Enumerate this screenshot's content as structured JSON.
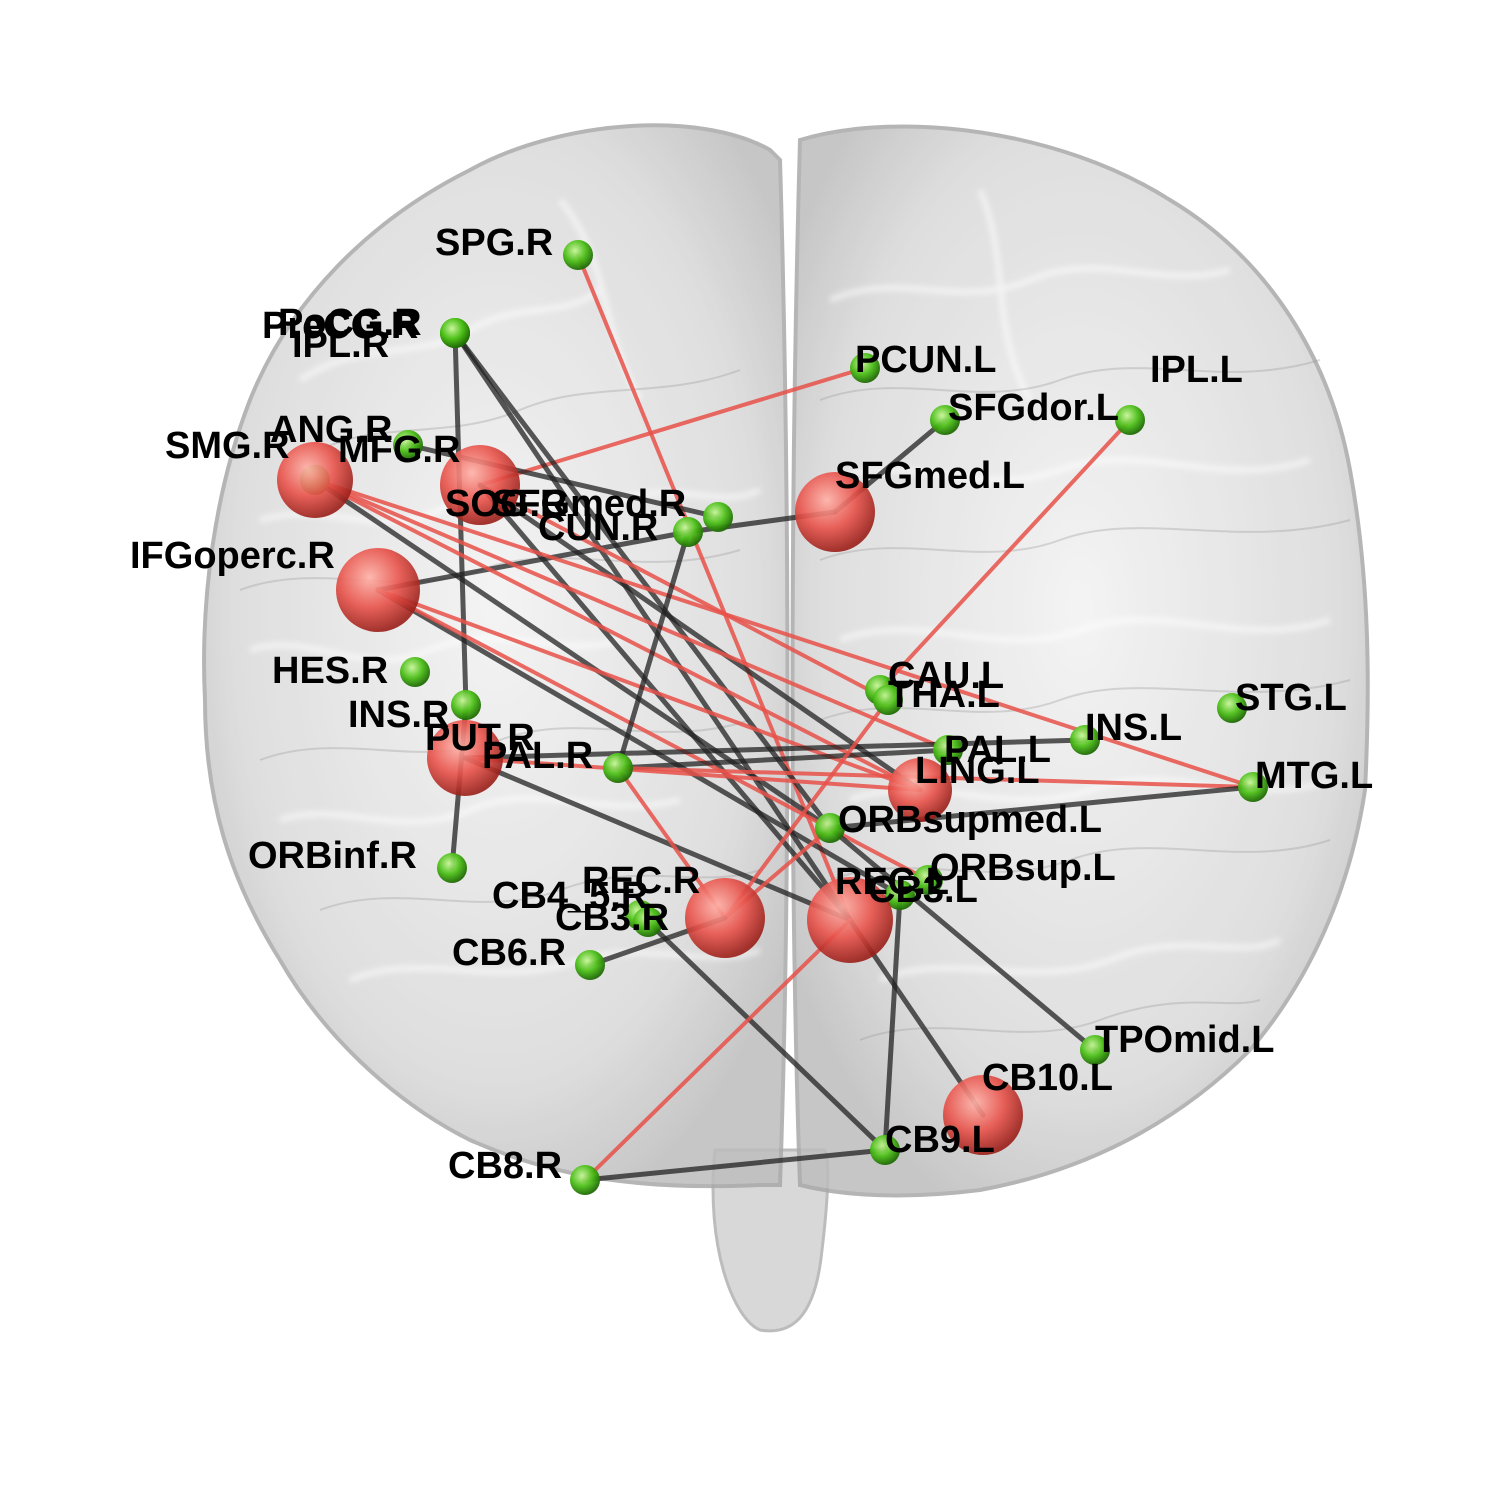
{
  "diagram": {
    "type": "brain-network",
    "node_colors": {
      "hub": "#e8524a",
      "regular": "#4cbf18"
    },
    "edge_colors": {
      "positive": "#e8524a",
      "negative": "#222222"
    },
    "nodes": [
      {
        "id": "SPG.R",
        "label": "SPG.R",
        "kind": "regular"
      },
      {
        "id": "PoCG.R",
        "label": "PoCG.R",
        "kind": "regular"
      },
      {
        "id": "PreCG.R",
        "label": "PreCG.R",
        "kind": "regular"
      },
      {
        "id": "IPL.R",
        "label": "IPL.R",
        "kind": "regular"
      },
      {
        "id": "PCUN.L",
        "label": "PCUN.L",
        "kind": "regular"
      },
      {
        "id": "IPL.L",
        "label": "IPL.L",
        "kind": "regular"
      },
      {
        "id": "SFGdor.L",
        "label": "SFGdor.L",
        "kind": "regular"
      },
      {
        "id": "ANG.R",
        "label": "ANG.R",
        "kind": "hub"
      },
      {
        "id": "SMG.R",
        "label": "SMG.R",
        "kind": "regular"
      },
      {
        "id": "MFG.R",
        "label": "MFG.R",
        "kind": "regular"
      },
      {
        "id": "SOG.R",
        "label": "SOG.R",
        "kind": "hub"
      },
      {
        "id": "SFGmed.R",
        "label": "SFGmed.R",
        "kind": "regular"
      },
      {
        "id": "CUN.R",
        "label": "CUN.R",
        "kind": "regular"
      },
      {
        "id": "SFGmed.L",
        "label": "SFGmed.L",
        "kind": "hub"
      },
      {
        "id": "IFGoperc.R",
        "label": "IFGoperc.R",
        "kind": "hub"
      },
      {
        "id": "HES.R",
        "label": "HES.R",
        "kind": "regular"
      },
      {
        "id": "INS.R",
        "label": "INS.R",
        "kind": "regular"
      },
      {
        "id": "PUT.R",
        "label": "PUT.R",
        "kind": "hub"
      },
      {
        "id": "PAL.R",
        "label": "PAL.R",
        "kind": "regular"
      },
      {
        "id": "CAU.L",
        "label": "CAU.L",
        "kind": "regular"
      },
      {
        "id": "THA.L",
        "label": "THA.L",
        "kind": "regular"
      },
      {
        "id": "STG.L",
        "label": "STG.L",
        "kind": "regular"
      },
      {
        "id": "INS.L",
        "label": "INS.L",
        "kind": "regular"
      },
      {
        "id": "PAL.L",
        "label": "PAL.L",
        "kind": "regular"
      },
      {
        "id": "LING.L",
        "label": "LING.L",
        "kind": "hub"
      },
      {
        "id": "MTG.L",
        "label": "MTG.L",
        "kind": "regular"
      },
      {
        "id": "ORBsupmed.L",
        "label": "ORBsupmed.L",
        "kind": "regular"
      },
      {
        "id": "ORBinf.R",
        "label": "ORBinf.R",
        "kind": "regular"
      },
      {
        "id": "ORBsup.L",
        "label": "ORBsup.L",
        "kind": "regular"
      },
      {
        "id": "REC.R",
        "label": "REC.R",
        "kind": "hub"
      },
      {
        "id": "REC.L",
        "label": "REC.L",
        "kind": "hub"
      },
      {
        "id": "CB3.L",
        "label": "CB3.L",
        "kind": "regular"
      },
      {
        "id": "CB4_5.R",
        "label": "CB4_5.R",
        "kind": "regular"
      },
      {
        "id": "CB3.R",
        "label": "CB3.R",
        "kind": "regular"
      },
      {
        "id": "CB6.R",
        "label": "CB6.R",
        "kind": "regular"
      },
      {
        "id": "TPOmid.L",
        "label": "TPOmid.L",
        "kind": "regular"
      },
      {
        "id": "CB10.L",
        "label": "CB10.L",
        "kind": "hub"
      },
      {
        "id": "CB9.L",
        "label": "CB9.L",
        "kind": "regular"
      },
      {
        "id": "CB8.R",
        "label": "CB8.R",
        "kind": "regular"
      }
    ],
    "edges": [
      {
        "source": "SPG.R",
        "target": "REC.L",
        "sign": "positive"
      },
      {
        "source": "PCUN.L",
        "target": "SOG.R",
        "sign": "positive"
      },
      {
        "source": "IPL.L",
        "target": "CAU.L",
        "sign": "positive"
      },
      {
        "source": "SFGdor.L",
        "target": "SFGmed.L",
        "sign": "negative"
      },
      {
        "source": "SFGmed.L",
        "target": "CUN.R",
        "sign": "negative"
      },
      {
        "source": "CUN.R",
        "target": "IFGoperc.R",
        "sign": "negative"
      },
      {
        "source": "PoCG.R",
        "target": "INS.R",
        "sign": "negative"
      },
      {
        "source": "PoCG.R",
        "target": "ORBsupmed.L",
        "sign": "negative"
      },
      {
        "source": "PoCG.R",
        "target": "REC.L",
        "sign": "negative"
      },
      {
        "source": "SOG.R",
        "target": "THA.L",
        "sign": "positive"
      },
      {
        "source": "SOG.R",
        "target": "LING.L",
        "sign": "negative"
      },
      {
        "source": "SOG.R",
        "target": "REC.L",
        "sign": "negative"
      },
      {
        "source": "ANG.R",
        "target": "PAL.L",
        "sign": "positive"
      },
      {
        "source": "ANG.R",
        "target": "LING.L",
        "sign": "positive"
      },
      {
        "source": "ANG.R",
        "target": "ORBsupmed.L",
        "sign": "negative"
      },
      {
        "source": "ANG.R",
        "target": "MTG.L",
        "sign": "positive"
      },
      {
        "source": "MFG.R",
        "target": "SFGmed.R",
        "sign": "negative"
      },
      {
        "source": "IFGoperc.R",
        "target": "CB3.L",
        "sign": "negative"
      },
      {
        "source": "IFGoperc.R",
        "target": "LING.L",
        "sign": "positive"
      },
      {
        "source": "IFGoperc.R",
        "target": "ORBsup.L",
        "sign": "positive"
      },
      {
        "source": "INS.R",
        "target": "ORBinf.R",
        "sign": "negative"
      },
      {
        "source": "PUT.R",
        "target": "INS.L",
        "sign": "negative"
      },
      {
        "source": "PUT.R",
        "target": "LING.L",
        "sign": "positive"
      },
      {
        "source": "PUT.R",
        "target": "REC.L",
        "sign": "negative"
      },
      {
        "source": "PAL.R",
        "target": "PAL.L",
        "sign": "negative"
      },
      {
        "source": "PAL.R",
        "target": "MTG.L",
        "sign": "positive"
      },
      {
        "source": "PAL.R",
        "target": "REC.R",
        "sign": "positive"
      },
      {
        "source": "PAL.R",
        "target": "CUN.R",
        "sign": "negative"
      },
      {
        "source": "THA.L",
        "target": "REC.R",
        "sign": "positive"
      },
      {
        "source": "REC.R",
        "target": "ORBsupmed.L",
        "sign": "positive"
      },
      {
        "source": "REC.L",
        "target": "CB10.L",
        "sign": "negative"
      },
      {
        "source": "CB3.R",
        "target": "CB9.L",
        "sign": "negative"
      },
      {
        "source": "ORBsupmed.L",
        "target": "TPOmid.L",
        "sign": "negative"
      },
      {
        "source": "ORBsupmed.L",
        "target": "MTG.L",
        "sign": "negative"
      },
      {
        "source": "CB8.R",
        "target": "CB9.L",
        "sign": "negative"
      },
      {
        "source": "CB8.R",
        "target": "REC.L",
        "sign": "positive"
      },
      {
        "source": "CB6.R",
        "target": "REC.R",
        "sign": "negative"
      },
      {
        "source": "CB3.L",
        "target": "CB9.L",
        "sign": "negative"
      }
    ]
  }
}
